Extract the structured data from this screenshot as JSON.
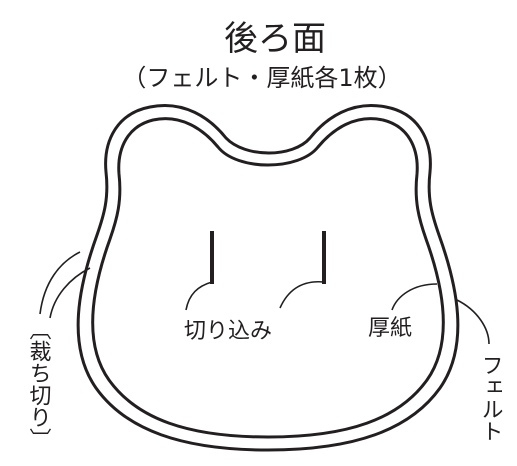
{
  "title": "後ろ面",
  "subtitle": "（フェルト・厚紙各1枚）",
  "labels": {
    "slits": "切り込み",
    "cardboard": "厚紙",
    "felt": "フェルト",
    "cut_off": "〔裁ち切り〕"
  },
  "colors": {
    "line": "#231f20",
    "background": "#ffffff"
  }
}
